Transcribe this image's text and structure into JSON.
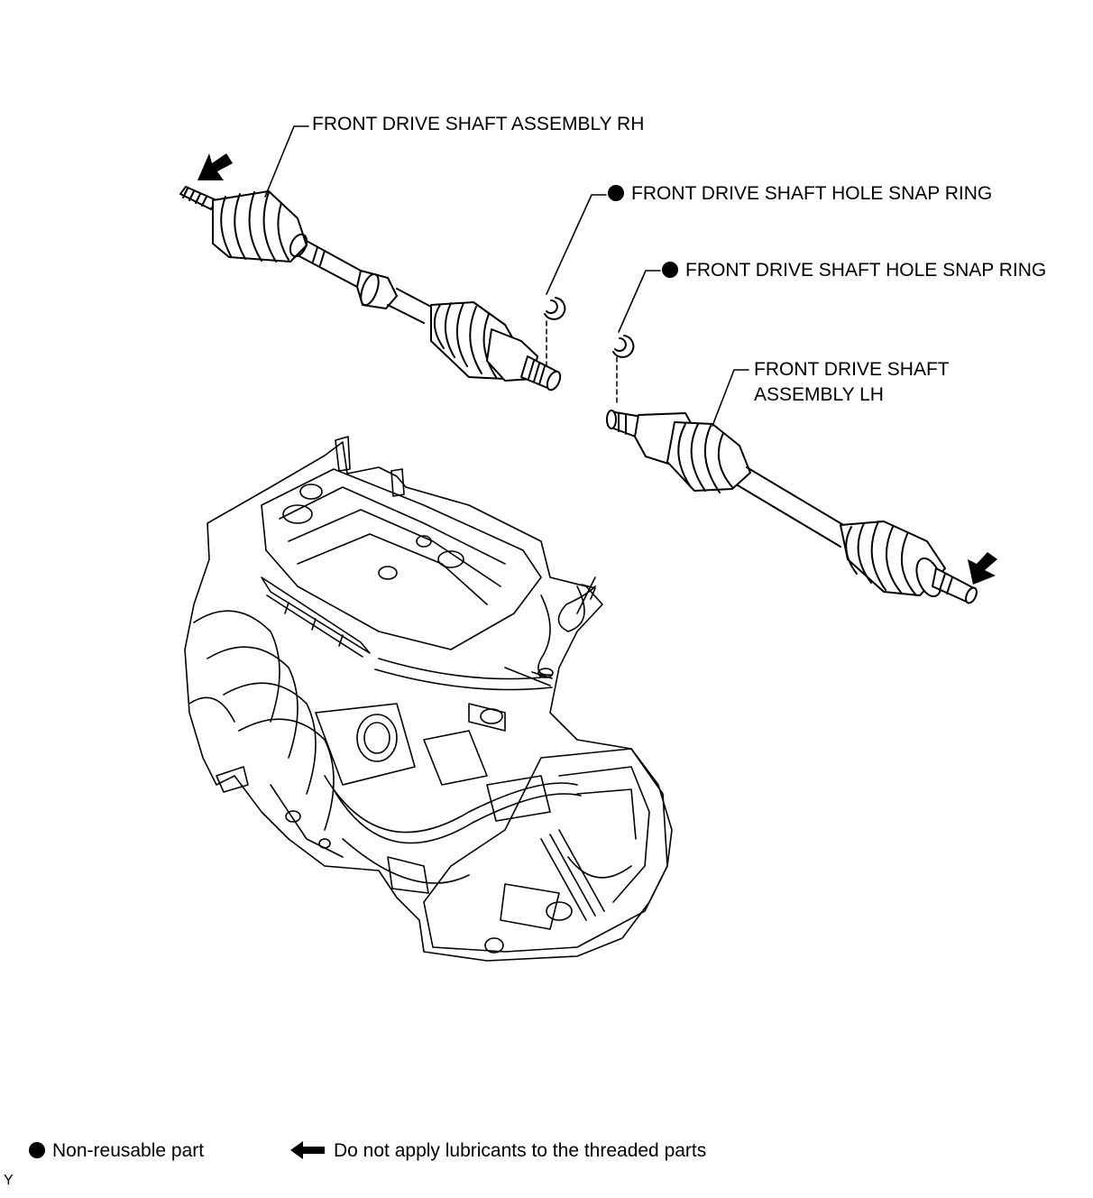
{
  "labels": {
    "rh_shaft": "FRONT DRIVE SHAFT ASSEMBLY RH",
    "snap_ring_1": "FRONT DRIVE SHAFT HOLE SNAP RING",
    "snap_ring_2": "FRONT DRIVE SHAFT HOLE SNAP RING",
    "lh_shaft_line1": "FRONT DRIVE SHAFT",
    "lh_shaft_line2": "ASSEMBLY LH"
  },
  "legend": {
    "non_reusable": "Non-reusable part",
    "no_lubricant": "Do not apply lubricants to the threaded parts"
  },
  "figure_code": "Y"
}
